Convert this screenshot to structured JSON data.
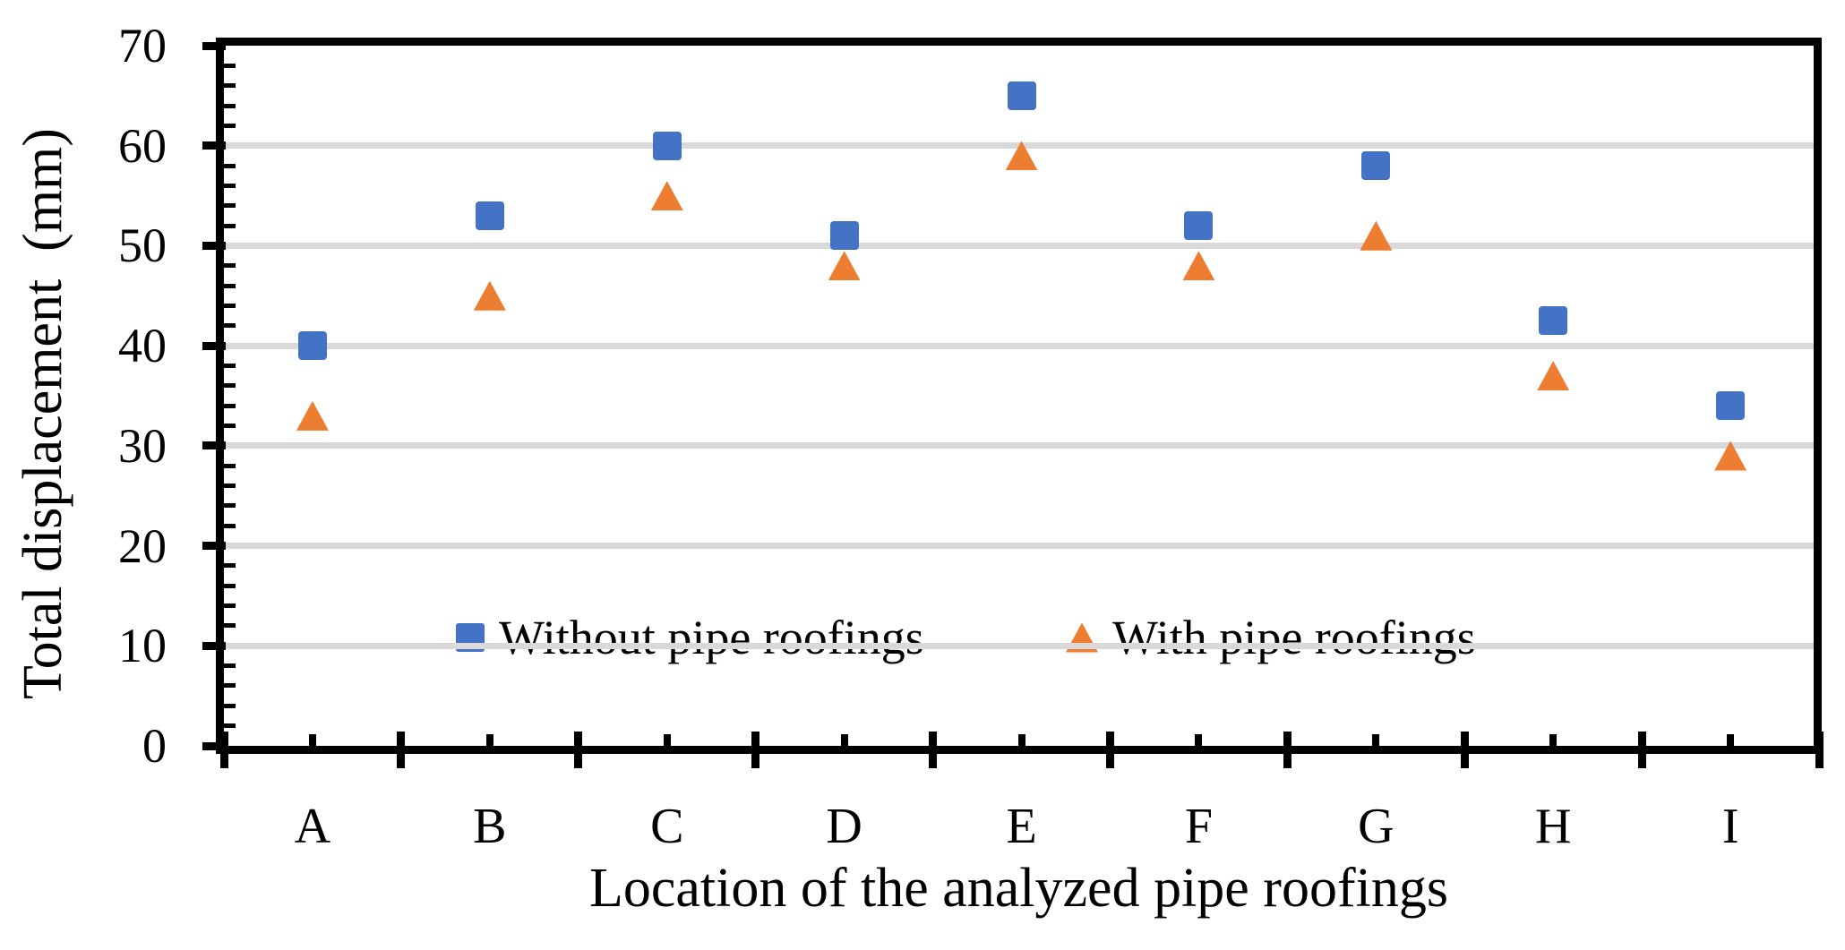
{
  "chart_data": {
    "type": "scatter",
    "title": "",
    "xlabel": "Location of the analyzed pipe roofings",
    "ylabel": "Total displacement  (mm)",
    "categories": [
      "A",
      "B",
      "C",
      "D",
      "E",
      "F",
      "G",
      "H",
      "I"
    ],
    "series": [
      {
        "name": "Without pipe roofings",
        "marker": "square",
        "color": "#4472C4",
        "values": [
          40,
          53,
          60,
          51,
          65,
          52,
          58,
          42.5,
          34
        ]
      },
      {
        "name": "With pipe roofings",
        "marker": "triangle",
        "color": "#ED7D31",
        "values": [
          33,
          45,
          55,
          48,
          59,
          48,
          51,
          37,
          29
        ]
      }
    ],
    "ylim": [
      0,
      70
    ],
    "y_major_ticks": [
      0,
      10,
      20,
      30,
      40,
      50,
      60,
      70
    ],
    "y_minor_step": 2,
    "grid": "horizontal-major",
    "gridline_color": "#D9D9D9",
    "axis_color": "#000000",
    "text_color": "#000000",
    "legend_position": "inside-bottom-center"
  }
}
